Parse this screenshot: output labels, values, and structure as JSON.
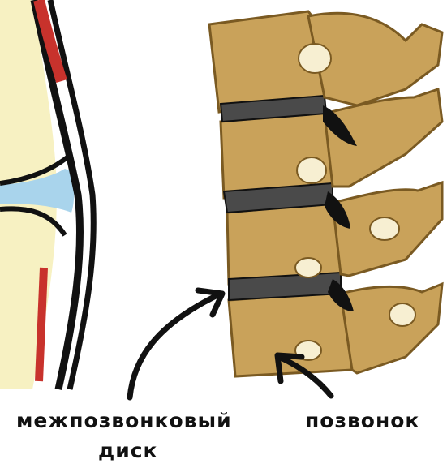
{
  "labels": {
    "disc_line1": "межпозвонковый",
    "disc_line2": "диск",
    "vertebra": "позвонок"
  },
  "colors": {
    "bone": "#c9a25a",
    "bone_dark": "#7a5a22",
    "joint_fill": "#f7f1c2",
    "fluid": "#a9d4ec",
    "vessel_red": "#c8322c",
    "outline": "#111111",
    "text": "#111111"
  }
}
